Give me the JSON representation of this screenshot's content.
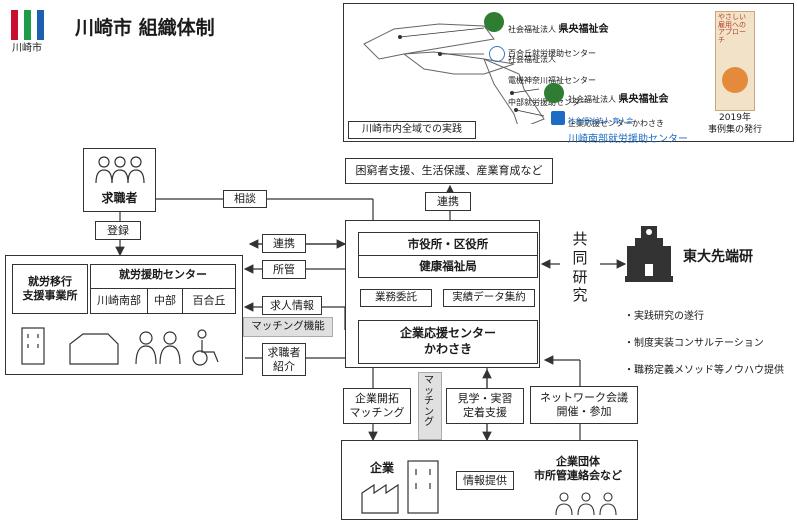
{
  "logo": {
    "text": "川崎市",
    "bar_colors": [
      "#c8102e",
      "#1e9c4a",
      "#1d5fb0"
    ]
  },
  "page_title": "川崎市 組織体制",
  "map_panel": {
    "caption": "川崎市内全域での実践",
    "items": [
      {
        "tag": "社会福祉法人",
        "org": "県央福祉会",
        "sub": "百合丘就労援助センター"
      },
      {
        "tag": "社会福祉法人",
        "org": "電機神奈川福祉センター",
        "sub": "中部就労援助センター"
      },
      {
        "tag": "社会福祉法人",
        "org": "県央福祉会",
        "sub": "企業応援センターかわさき"
      },
      {
        "tag": "社会福祉法人 育人会",
        "org": "川崎南部就労援助センター",
        "sub": ""
      }
    ],
    "book": {
      "title": "やさしい雇用へのアプローチ",
      "year": "2019年",
      "caption": "事例集の発行"
    }
  },
  "top_box": "困窮者支援、生活保護、産業育成など",
  "labels": {
    "kyushokusha": "求職者",
    "soudan": "相談",
    "touroku": "登録",
    "renkei_top": "連携",
    "renkei_left": "連携",
    "shokan": "所管",
    "kyujin_joho": "求人情報",
    "matching_func": "マッチング機能",
    "kyushokusha_shokai": "求職者\n紹介",
    "gyomu_itaku": "業務委託",
    "data_shuyaku": "実績データ集約",
    "kigyo_kaitaku": "企業開拓\nマッチング",
    "matching_vert": "マッチング",
    "kengaku": "見学・実習\n定着支援",
    "network": "ネットワーク会議\n開催・参加",
    "joho_teikyo": "情報提供",
    "kyodo": "共\n同\n研\n究"
  },
  "left_panel": {
    "ikou": "就労移行\n支援事業所",
    "center": "就労援助センター",
    "centers": [
      "川崎南部",
      "中部",
      "百合丘"
    ]
  },
  "city": {
    "line1": "市役所・区役所",
    "line2": "健康福祉局"
  },
  "kigyo_center": {
    "line1": "企業応援センター",
    "line2": "かわさき"
  },
  "bottom": {
    "kigyo": "企業",
    "dantai": "企業団体\n市所管連絡会など"
  },
  "todai": {
    "name": "東大先端研",
    "bullets": [
      "・実践研究の遂行",
      "・制度実装コンサルテーション",
      "・職務定義メソッド等ノウハウ提供"
    ]
  }
}
